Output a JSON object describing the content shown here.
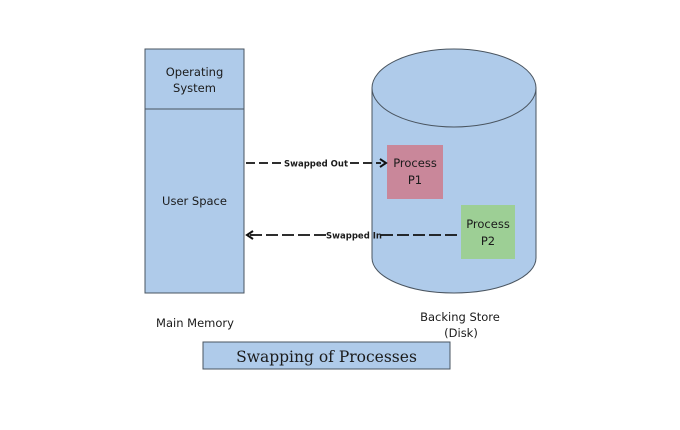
{
  "main_memory": {
    "os_label_line1": "Operating",
    "os_label_line2": "System",
    "user_space_label": "User Space",
    "caption": "Main Memory"
  },
  "backing_store": {
    "caption_line1": "Backing Store",
    "caption_line2": "(Disk)"
  },
  "processes": {
    "p1": {
      "line1": "Process",
      "line2": "P1",
      "color": "#c9879a"
    },
    "p2": {
      "line1": "Process",
      "line2": "P2",
      "color": "#9dcf95"
    }
  },
  "arrows": {
    "swapped_out": "Swapped Out",
    "swapped_in": "Swapped In"
  },
  "title": "Swapping of Processes",
  "colors": {
    "fill": "#afcbea",
    "stroke": "#4a5560"
  }
}
